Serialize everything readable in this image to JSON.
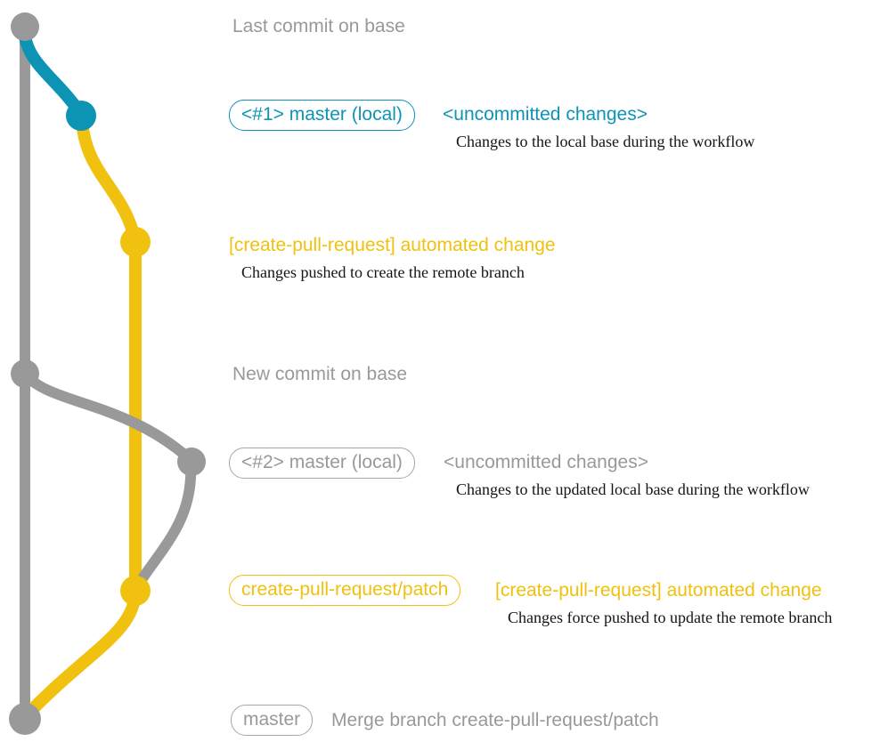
{
  "colors": {
    "gray": "#999999",
    "teal": "#0d94b5",
    "yellow": "#f0c10e",
    "description_text": "#141414",
    "background": "#ffffff"
  },
  "graph": {
    "branch_colors": {
      "base": "#999999",
      "local_master": "#0d94b5",
      "patch": "#f0c10e"
    },
    "commits": [
      {
        "name": "last-commit-on-base",
        "branch": "base"
      },
      {
        "name": "uncommitted-changes-1",
        "branch": "local_master"
      },
      {
        "name": "automated-change-1",
        "branch": "patch"
      },
      {
        "name": "new-commit-on-base",
        "branch": "base"
      },
      {
        "name": "uncommitted-changes-2",
        "branch": "local_master"
      },
      {
        "name": "automated-change-2",
        "branch": "patch"
      },
      {
        "name": "merge-commit",
        "branch": "base"
      }
    ]
  },
  "annotations": {
    "last_commit_title": "Last commit on base",
    "master_local_1": {
      "badge": "<#1> master (local)",
      "label": "<uncommitted changes>",
      "description": "Changes to the local base during the workflow"
    },
    "cpr_first_push": {
      "label": "[create-pull-request] automated change",
      "description": "Changes pushed to create the remote branch"
    },
    "new_commit_title": "New commit on base",
    "master_local_2": {
      "badge": "<#2> master (local)",
      "label": "<uncommitted changes>",
      "description": "Changes to the updated local base during the workflow"
    },
    "cpr_force_push": {
      "badge": "create-pull-request/patch",
      "label": "[create-pull-request] automated change",
      "description": "Changes force pushed to update the remote branch"
    },
    "merge_commit": {
      "badge": "master",
      "label": "Merge branch create-pull-request/patch"
    }
  }
}
